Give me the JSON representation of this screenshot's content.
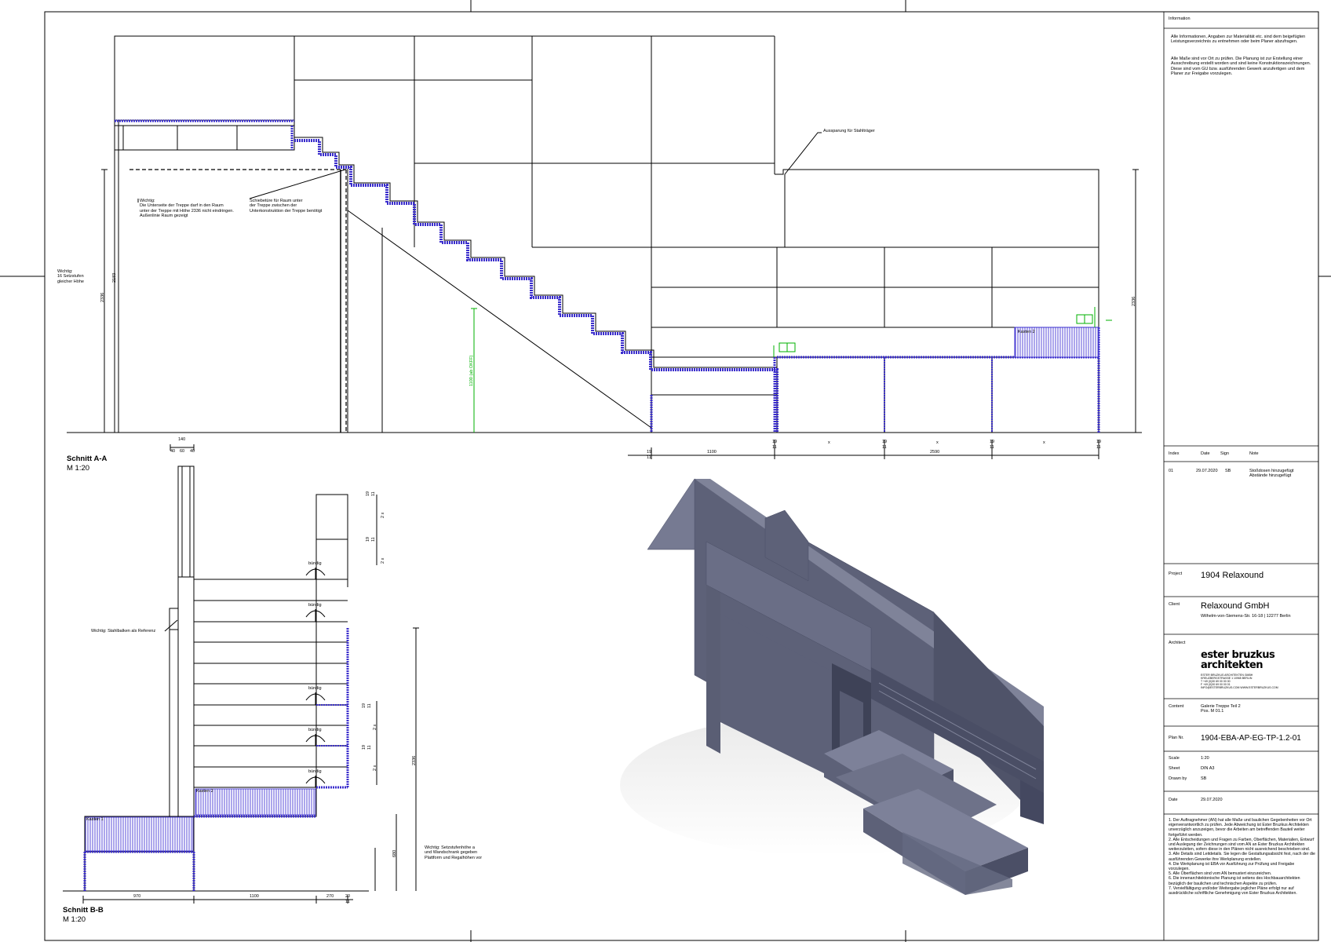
{
  "section_aa": {
    "title": "Schnitt A-A",
    "scale": "M 1:20",
    "note_left": "Wichtig:\n16 Setzstufen\ngleicher Höhe",
    "note_underside": "Wichtig:\nDie Unterseite der Treppe darf in den Raum\nunter der Treppe mit Höhe 2336 nicht eindringen.\nAußenlinie Raum gezeigt",
    "note_slider": "Schiebetüre für Raum unter\nder Treppe zwischen der\nUnterkonstruktion der Treppe benötigt",
    "note_recess": "Aussparung für Stahlträger",
    "dim_left_1": "2336",
    "dim_left_2": "2183",
    "dim_right": "2336",
    "dim_green": "1100 (ab OKFF)",
    "kasten_label": "Kasten 2",
    "dim_bottom": [
      "19",
      "1100",
      "19",
      "x",
      "19",
      "x",
      "19",
      "x",
      "19",
      "2590"
    ],
    "dim_bottom_sub": "11"
  },
  "section_bb": {
    "title": "Schnitt B-B",
    "scale": "M 1:20",
    "dim_top": "140",
    "dim_top_parts": [
      "40",
      "60",
      "40"
    ],
    "buendig_label": "bündig",
    "note_steel": "Wichtig: Stahlbalken als Referenz",
    "note_heights": "Wichtig: Setzstufenhöhe a\nund Wandschrank gegeben\nPlattform und Regalhöhen vor",
    "kasten1": "Kasten 1",
    "kasten2": "Kasten 2",
    "dim_right_1": "2336",
    "dim_right_2": "680",
    "dim_small": [
      "19",
      "11",
      "2 x",
      "19",
      "11",
      "2 x"
    ],
    "dim_bottom": [
      "970",
      "1100",
      "270",
      "20"
    ],
    "dim_bottom_sub": "11"
  },
  "sidebar": {
    "info_heading": "Information",
    "info_text_1": "Alle Informationen, Angaben zur Materialität etc. sind dem beigefügten Leistungsverzeichnis zu entnehmen oder beim Planer abzufragen.",
    "info_text_2": "Alle Maße sind vor Ort zu prüfen. Die Planung ist zur Erstellung einer Ausschreibung erstellt worden und sind keine Konstruktionszeichnungen. Diese sind vom GU bzw. ausführenden Gewerk anzufertigen und dem Planer zur Freigabe vorzulegen.",
    "rev_headers": [
      "Index",
      "Date",
      "Sign",
      "Note"
    ],
    "rev_rows": [
      {
        "index": "01",
        "date": "29.07.2020",
        "sign": "SB",
        "note": "Stoßdosen hinzugefügt\nAbstände hinzugefügt"
      }
    ],
    "project_label": "Project",
    "project_value": "1904 Relaxound",
    "client_label": "Client",
    "client_value": "Relaxound GmbH",
    "client_address": "Wilhelm-von-Siemens-Str. 16-18 | 12277 Berlin",
    "architect_label": "Architect",
    "architect_logo_line1": "ester bruzkus",
    "architect_logo_line2": "architekten",
    "architect_address_lines": [
      "ESTER BRUZKUS ARCHITEKTEN GMBH",
      "KREUZBERGSTRASSE 1 10965 BERLIN",
      "T +49 (0)30 69 00 00 00",
      "F +49 (0)30 69 00 00 01",
      "INFO@ESTERBRUZKUS.COM WWW.ESTERBRUZKUS.COM"
    ],
    "content_label": "Content",
    "content_value": "Galerie Treppe Teil 2\nPos. M 01.1",
    "plan_label": "Plan Nr.",
    "plan_value": "1904-EBA-AP-EG-TP-1.2-01",
    "scale_label": "Scale",
    "scale_value": "1:20",
    "sheet_label": "Sheet",
    "sheet_value": "DIN A3",
    "drawn_label": "Drawn by",
    "drawn_value": "SB",
    "date_label": "Date",
    "date_value": "29.07.2020",
    "notes_text": "1. Der Auftragnehmer (AN) hat alle Maße und baulichen Gegebenheiten vor Ort eigenverantwortlich zu prüfen. Jede Abweichung ist Ester Bruzkus Architekten unverzüglich anzuzeigen, bevor die Arbeiten am betreffenden Bauteil weiter fortgeführt werden.\n2. Alle Entscheidungen und Fragen zu Farben, Oberflächen, Materialien, Entwurf und Auslegung der Zeichnungen sind vom AN an Ester Bruzkus Architekten weiterzuleiten, sofern diese in den Plänen nicht ausreichend beschrieben sind.\n3. Alle Details sind Leitdetails. Sie legen die Gestaltungsabsicht fest, nach der die ausführenden Gewerke ihre Werkplanung erstellen.\n4. Die Werkplanung ist EBA vor Ausführung zur Prüfung und Freigabe vorzulegen.\n5. Alle Oberflächen sind vom AN bemustert einzureichen.\n6. Die innenarchitektonische Planung ist seitens des Hochbauarchitekten bezüglich der baulichen und technischen Aspekte zu prüfen.\n7. Vervielfältigung und/oder Weitergabe jeglicher Pläne erfolgt nur auf ausdrückliche schriftliche Genehmigung von Ester Bruzkus Architekten."
  },
  "colors": {
    "line": "#000000",
    "hatch": "#3a2dcc",
    "annotation": "#00b000",
    "model_face": "#5d6178",
    "model_top": "#767a92",
    "model_side": "#4b4f66"
  },
  "icons": [
    "cursor-arrow-icon"
  ]
}
